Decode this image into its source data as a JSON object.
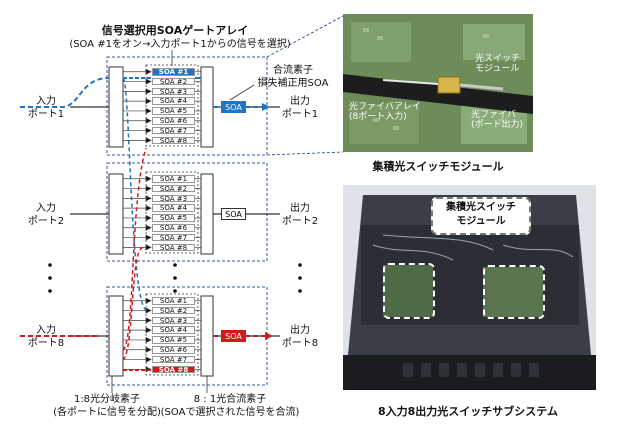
{
  "top_title": "信号選択用SOAゲートアレイ",
  "top_subtitle": "(SOA  #1をオン→入力ポート1からの信号を選択)",
  "combiner_label_1": "合流素子",
  "combiner_label_2": "損失補正用SOA",
  "input_ports": [
    {
      "line1": "入力",
      "line2": "ポート1"
    },
    {
      "line1": "入力",
      "line2": "ポート2"
    },
    {
      "line1": "入力",
      "line2": "ポート8"
    }
  ],
  "output_ports": [
    {
      "line1": "出力",
      "line2": "ポート1"
    },
    {
      "line1": "出力",
      "line2": "ポート2"
    },
    {
      "line1": "出力",
      "line2": "ポート8"
    }
  ],
  "soa_labels": [
    "SOA #1",
    "SOA #2",
    "SOA #3",
    "SOA #4",
    "SOA #5",
    "SOA #6",
    "SOA #7",
    "SOA #8"
  ],
  "soa_single": "SOA",
  "splitter_label_1": "1:8光分岐素子",
  "splitter_label_2": "(各ポートに信号を分配)",
  "combiner_bottom_1": "8 : 1光合流素子",
  "combiner_bottom_2": "(SOAで選択された信号を合流)",
  "photo_top_caption": "集積光スイッチモジュール",
  "photo_top_callouts": [
    "光スイッチ",
    "モジュール",
    "光ファイバアレイ",
    "(8ポート入力)",
    "光ファイバ",
    "(ポート出力)"
  ],
  "photo_bottom_callout_1": "集積光スイッチ",
  "photo_bottom_callout_2": "モジュール",
  "photo_bottom_caption": "8入力8出力光スイッチサブシステム",
  "colors": {
    "blue": "#1f74c4",
    "red": "#d11a1a"
  }
}
